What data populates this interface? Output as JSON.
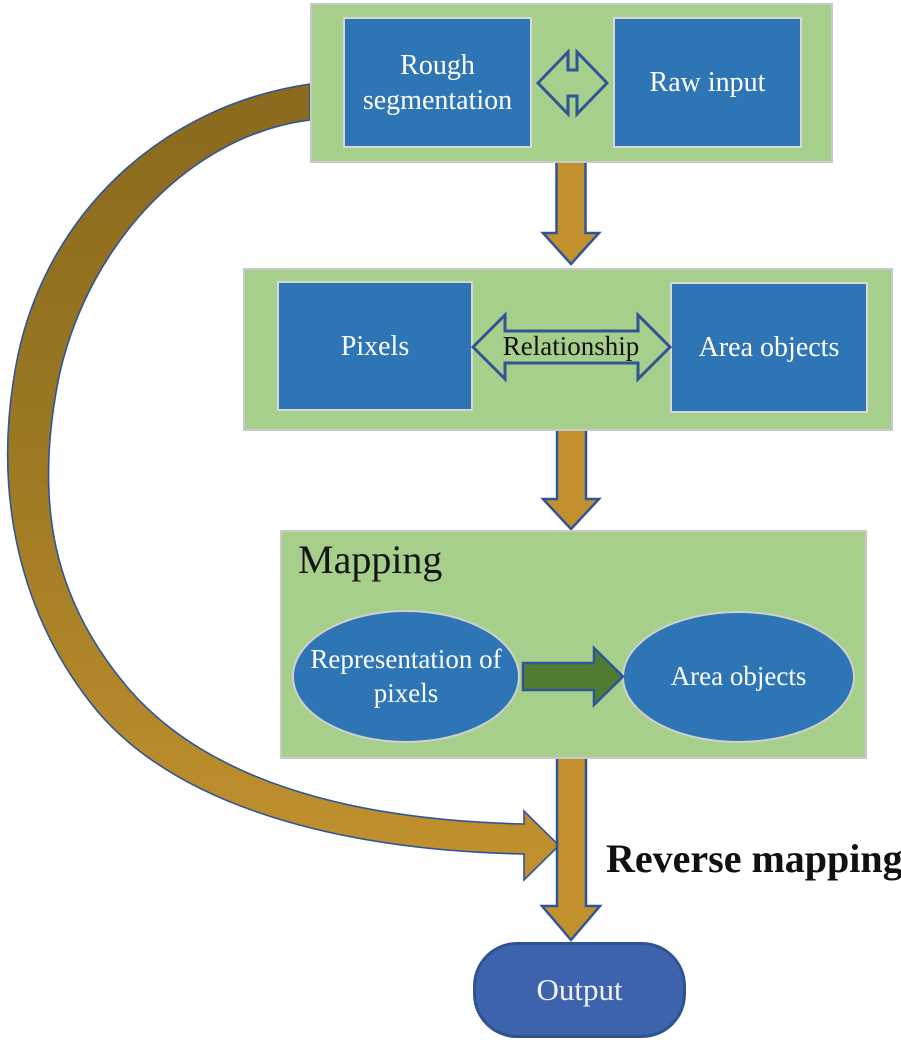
{
  "figure": {
    "panels": {
      "segmentation": {
        "nodes": {
          "rough_segmentation": "Rough segmentation",
          "raw_input": "Raw input"
        }
      },
      "relationship": {
        "connector_label": "Relationship",
        "nodes": {
          "pixels": "Pixels",
          "area_objects": "Area objects"
        }
      },
      "mapping": {
        "title": "Mapping",
        "nodes": {
          "representation_of_pixels": "Representation of pixels",
          "area_objects": "Area objects"
        }
      }
    },
    "labels": {
      "reverse_mapping": "Reverse mapping"
    },
    "output": {
      "label": "Output"
    },
    "colors": {
      "panel_green": "#A7CF8C",
      "node_blue": "#2E75B6",
      "arrow_gold": "#C2912E",
      "arrow_brown": "#8A691E",
      "arrow_green": "#4F7B33",
      "outline_blue": "#2F5597",
      "output_blue": "#3D63AD"
    }
  }
}
